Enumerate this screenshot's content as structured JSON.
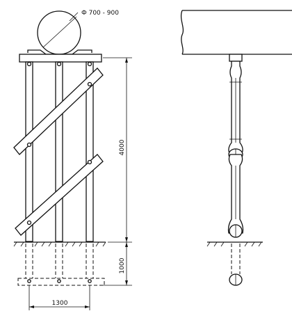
{
  "labels": {
    "pipe_diameter": "Ф 700 - 900",
    "height_above_ground": "4000",
    "depth_below_ground": "1000",
    "base_width": "1300"
  }
}
